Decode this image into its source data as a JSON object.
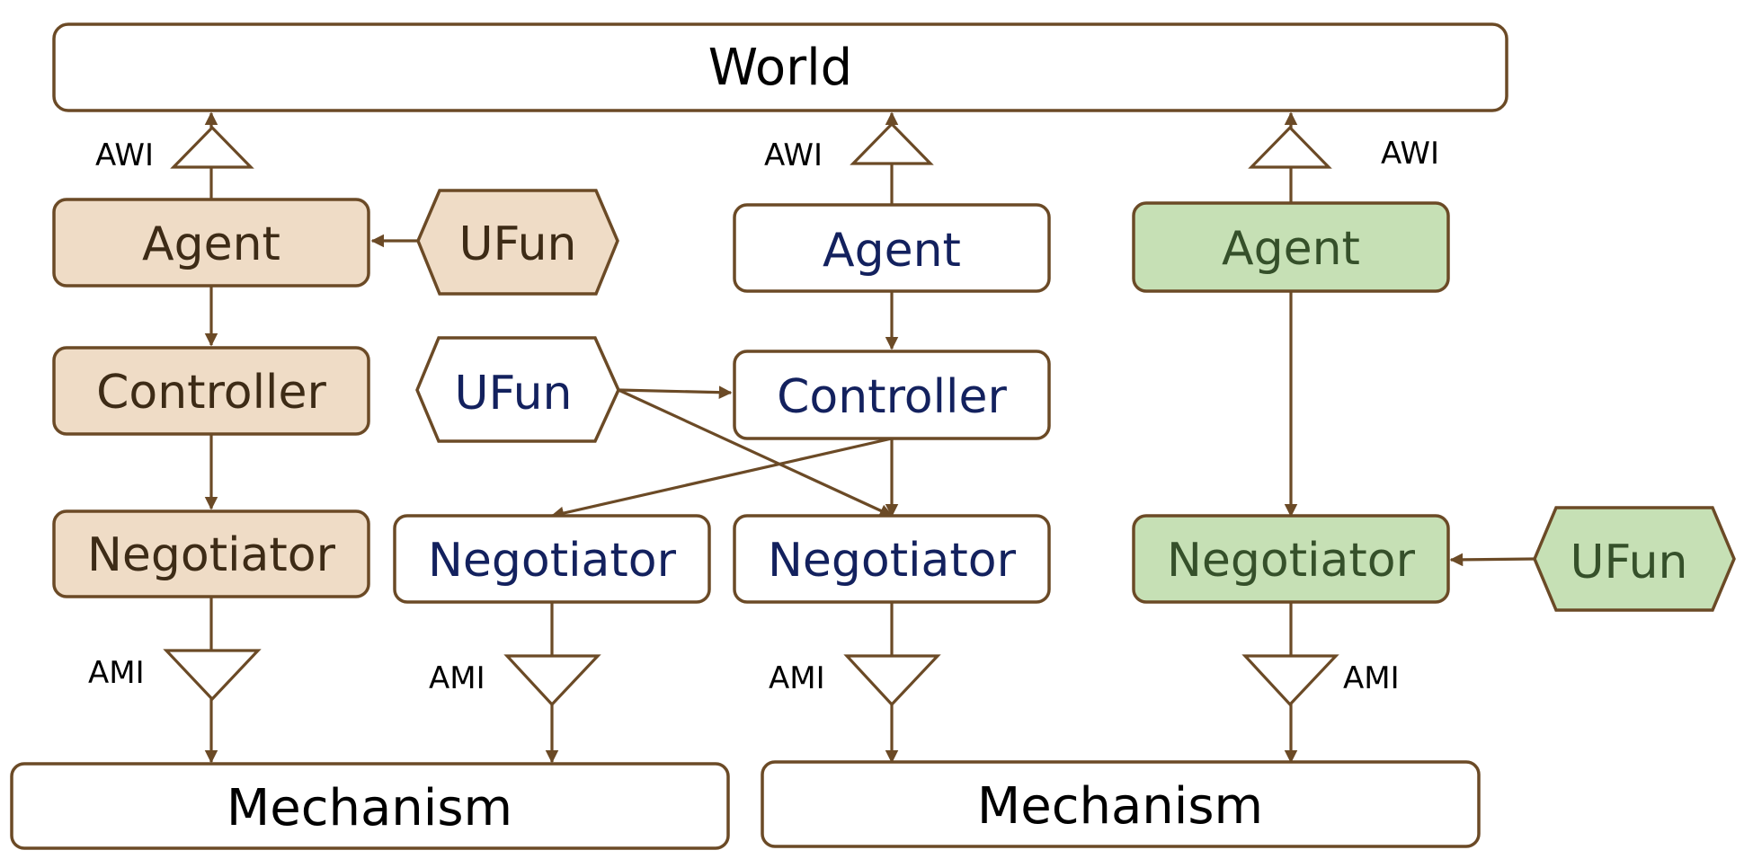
{
  "diagram": {
    "world": "World",
    "mechanisms": [
      "Mechanism",
      "Mechanism"
    ],
    "interfaces": {
      "awi": "AWI",
      "ami": "AMI"
    },
    "stack_1": {
      "agent": "Agent",
      "ufun": "UFun",
      "controller": "Controller",
      "negotiator": "Negotiator"
    },
    "stack_2": {
      "agent": "Agent",
      "ufun": "UFun",
      "controller": "Controller",
      "negotiator_left": "Negotiator",
      "negotiator_right": "Negotiator"
    },
    "stack_3": {
      "agent": "Agent",
      "negotiator": "Negotiator",
      "ufun": "UFun"
    },
    "colors": {
      "border": "#6b4a26",
      "tan_fill": "#efdcc6",
      "tan_text": "#3d2b16",
      "white_fill": "#ffffff",
      "blue_text": "#13215e",
      "green_fill": "#c6e0b5",
      "green_text": "#35502a"
    }
  }
}
